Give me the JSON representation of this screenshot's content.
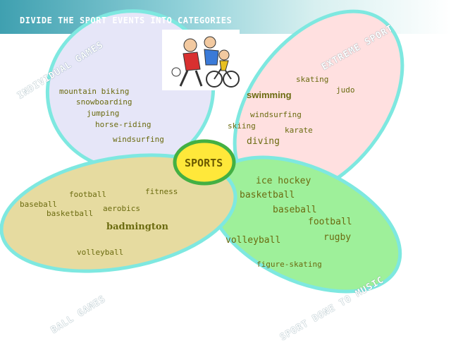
{
  "title": "DIVIDE THE SPORT EVENTS INTO CATEGORIES",
  "center": "SPORTS",
  "categories": {
    "individual": "INDIVIDUAL GAMES",
    "extreme": "EXTREME SPORT",
    "ball": "BALL GAMES",
    "music": "SPORT DONE TO MUSIC"
  },
  "colors": {
    "individual_fill": "#e6e6f8",
    "extreme_fill": "#ffe0e0",
    "ball_fill": "#e6dba0",
    "music_fill": "#9ef09a",
    "outline": "#7ee8e0",
    "center_fill": "#ffe83a",
    "center_ring": "#43b043",
    "text": "#6b6b10"
  },
  "words": {
    "w0": "skating",
    "w1": "judo",
    "w2": "mountain biking",
    "w3": "swimming",
    "w4": "snowboarding",
    "w5": "jumping",
    "w6": "windsurfing",
    "w7": "horse-riding",
    "w8": "skiing",
    "w9": "karate",
    "w10": "windsurfing",
    "w11": "diving",
    "w12": "ice hockey",
    "w13": "fitness",
    "w14": "football",
    "w15": "basketball",
    "w16": "baseball",
    "w17": "aerobics",
    "w18": "baseball",
    "w19": "basketball",
    "w20": "football",
    "w21": "badmington",
    "w22": "rugby",
    "w23": "volleyball",
    "w24": "volleyball",
    "w25": "figure-skating"
  }
}
